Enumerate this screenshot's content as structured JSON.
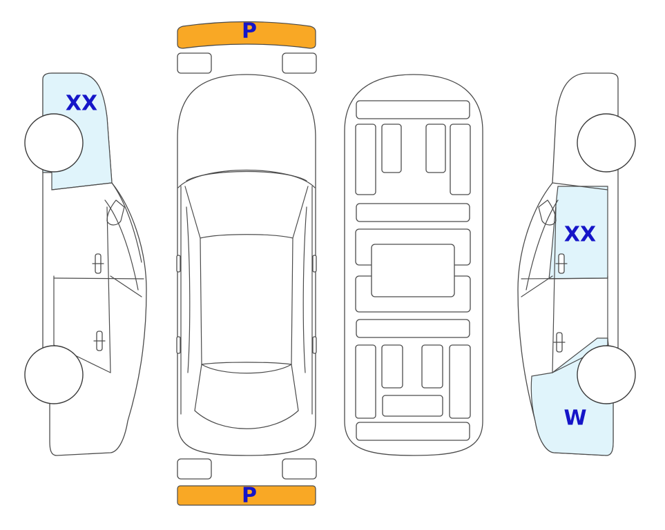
{
  "colors": {
    "damage_fill": "#e0f4fb",
    "bumper_fill": "#f9a825",
    "label_color": "#1515c8",
    "outline": "#4a4a4a"
  },
  "labels": {
    "front_bumper": "P",
    "rear_bumper": "P",
    "left_front_fender": "XX",
    "right_rear_door": "XX",
    "right_rear_quarter": "W"
  }
}
